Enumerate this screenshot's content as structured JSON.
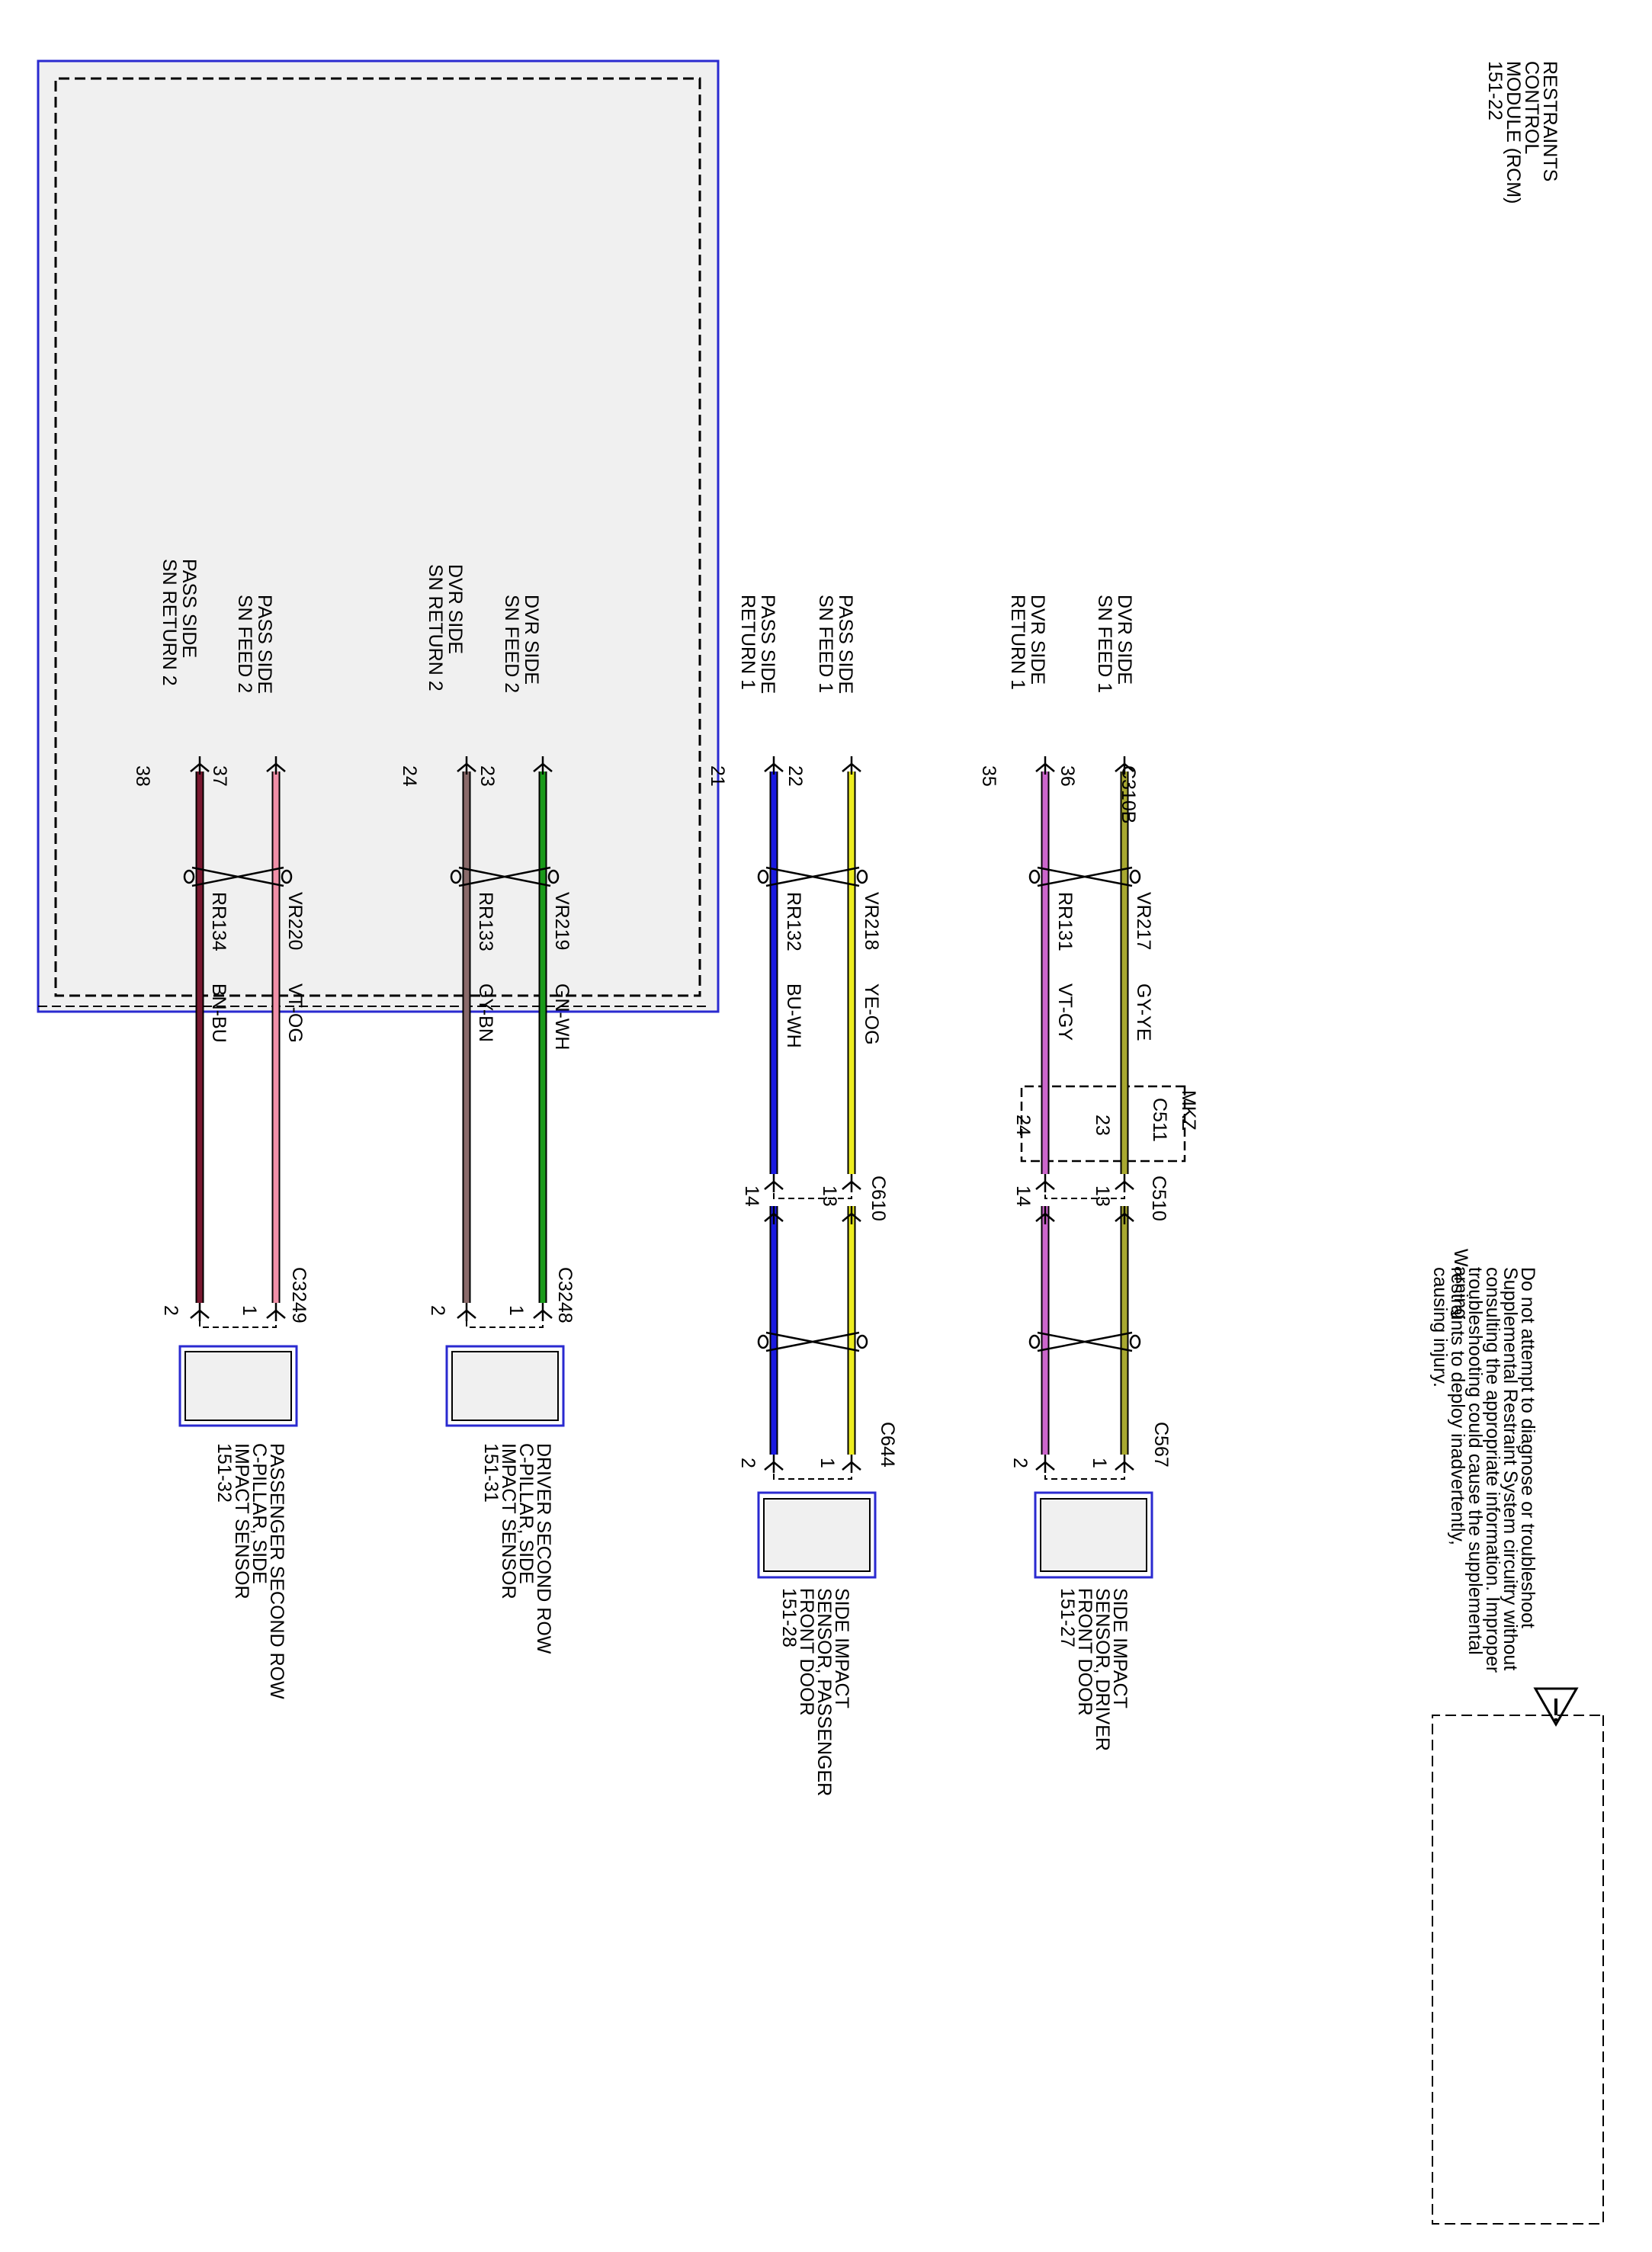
{
  "module": {
    "name": "RESTRAINTS\nCONTROL\nMODULE (RCM)\n151-22",
    "connector": "C310B"
  },
  "warning": {
    "title": "Warning",
    "text": "Do not attempt to diagnose or troubleshoot\nSupplemental Restraint System circuitry without\nconsulting the appropriate information. Improper\ntroubleshooting could cause the supplemental\nrestraints to deploy inadvertently,\ncausing injury."
  },
  "colors": {
    "module_border": "#2a2ad0",
    "module_fill": "#f0f0f0",
    "GY-YE": "#a8a830",
    "VT-GY": "#cc66cc",
    "YE-OG": "#ecec20",
    "BU-WH": "#1a1ae0",
    "GN-WH": "#1a9a1a",
    "GY-BN": "#8a6a6a",
    "VT-OG": "#f090a8",
    "BN-BU": "#7a1830"
  },
  "groups": [
    {
      "id": "driver-front",
      "pins": [
        {
          "label": "DVR SIDE\nSN FEED 1",
          "pin": "36",
          "circuit": "VR217",
          "color": "GY-YE",
          "inline1_pin": "13",
          "inline2_pin": "23",
          "end_pin": "1"
        },
        {
          "label": "DVR SIDE\nRETURN 1",
          "pin": "35",
          "circuit": "RR131",
          "color": "VT-GY",
          "inline1_pin": "14",
          "inline2_pin": "24",
          "end_pin": "2"
        }
      ],
      "inline1_connector": "C510",
      "inline2_connector": "C511",
      "inline2_tag": "MKZ",
      "end_connector": "C567",
      "component": "SIDE IMPACT\nSENSOR, DRIVER\nFRONT DOOR\n151-27"
    },
    {
      "id": "passenger-front",
      "pins": [
        {
          "label": "PASS SIDE\nSN FEED 1",
          "pin": "22",
          "circuit": "VR218",
          "color": "YE-OG",
          "inline1_pin": "13",
          "end_pin": "1"
        },
        {
          "label": "PASS SIDE\nRETURN 1",
          "pin": "21",
          "circuit": "RR132",
          "color": "BU-WH",
          "inline1_pin": "14",
          "end_pin": "2"
        }
      ],
      "inline1_connector": "C610",
      "end_connector": "C644",
      "component": "SIDE IMPACT\nSENSOR, PASSENGER\nFRONT DOOR\n151-28"
    },
    {
      "id": "driver-rear",
      "pins": [
        {
          "label": "DVR SIDE\nSN FEED 2",
          "pin": "23",
          "circuit": "VR219",
          "color": "GN-WH",
          "end_pin": "1"
        },
        {
          "label": "DVR SIDE\nSN RETURN 2",
          "pin": "24",
          "circuit": "RR133",
          "color": "GY-BN",
          "end_pin": "2"
        }
      ],
      "end_connector": "C3248",
      "component": "DRIVER SECOND ROW\nC-PILLAR, SIDE\nIMPACT SENSOR\n151-31"
    },
    {
      "id": "passenger-rear",
      "pins": [
        {
          "label": "PASS SIDE\nSN FEED 2",
          "pin": "37",
          "circuit": "VR220",
          "color": "VT-OG",
          "end_pin": "1"
        },
        {
          "label": "PASS SIDE\nSN RETURN 2",
          "pin": "38",
          "circuit": "RR134",
          "color": "BN-BU",
          "end_pin": "2"
        }
      ],
      "end_connector": "C3249",
      "component": "PASSENGER SECOND ROW\nC-PILLAR, SIDE\nIMPACT SENSOR\n151-32"
    }
  ]
}
